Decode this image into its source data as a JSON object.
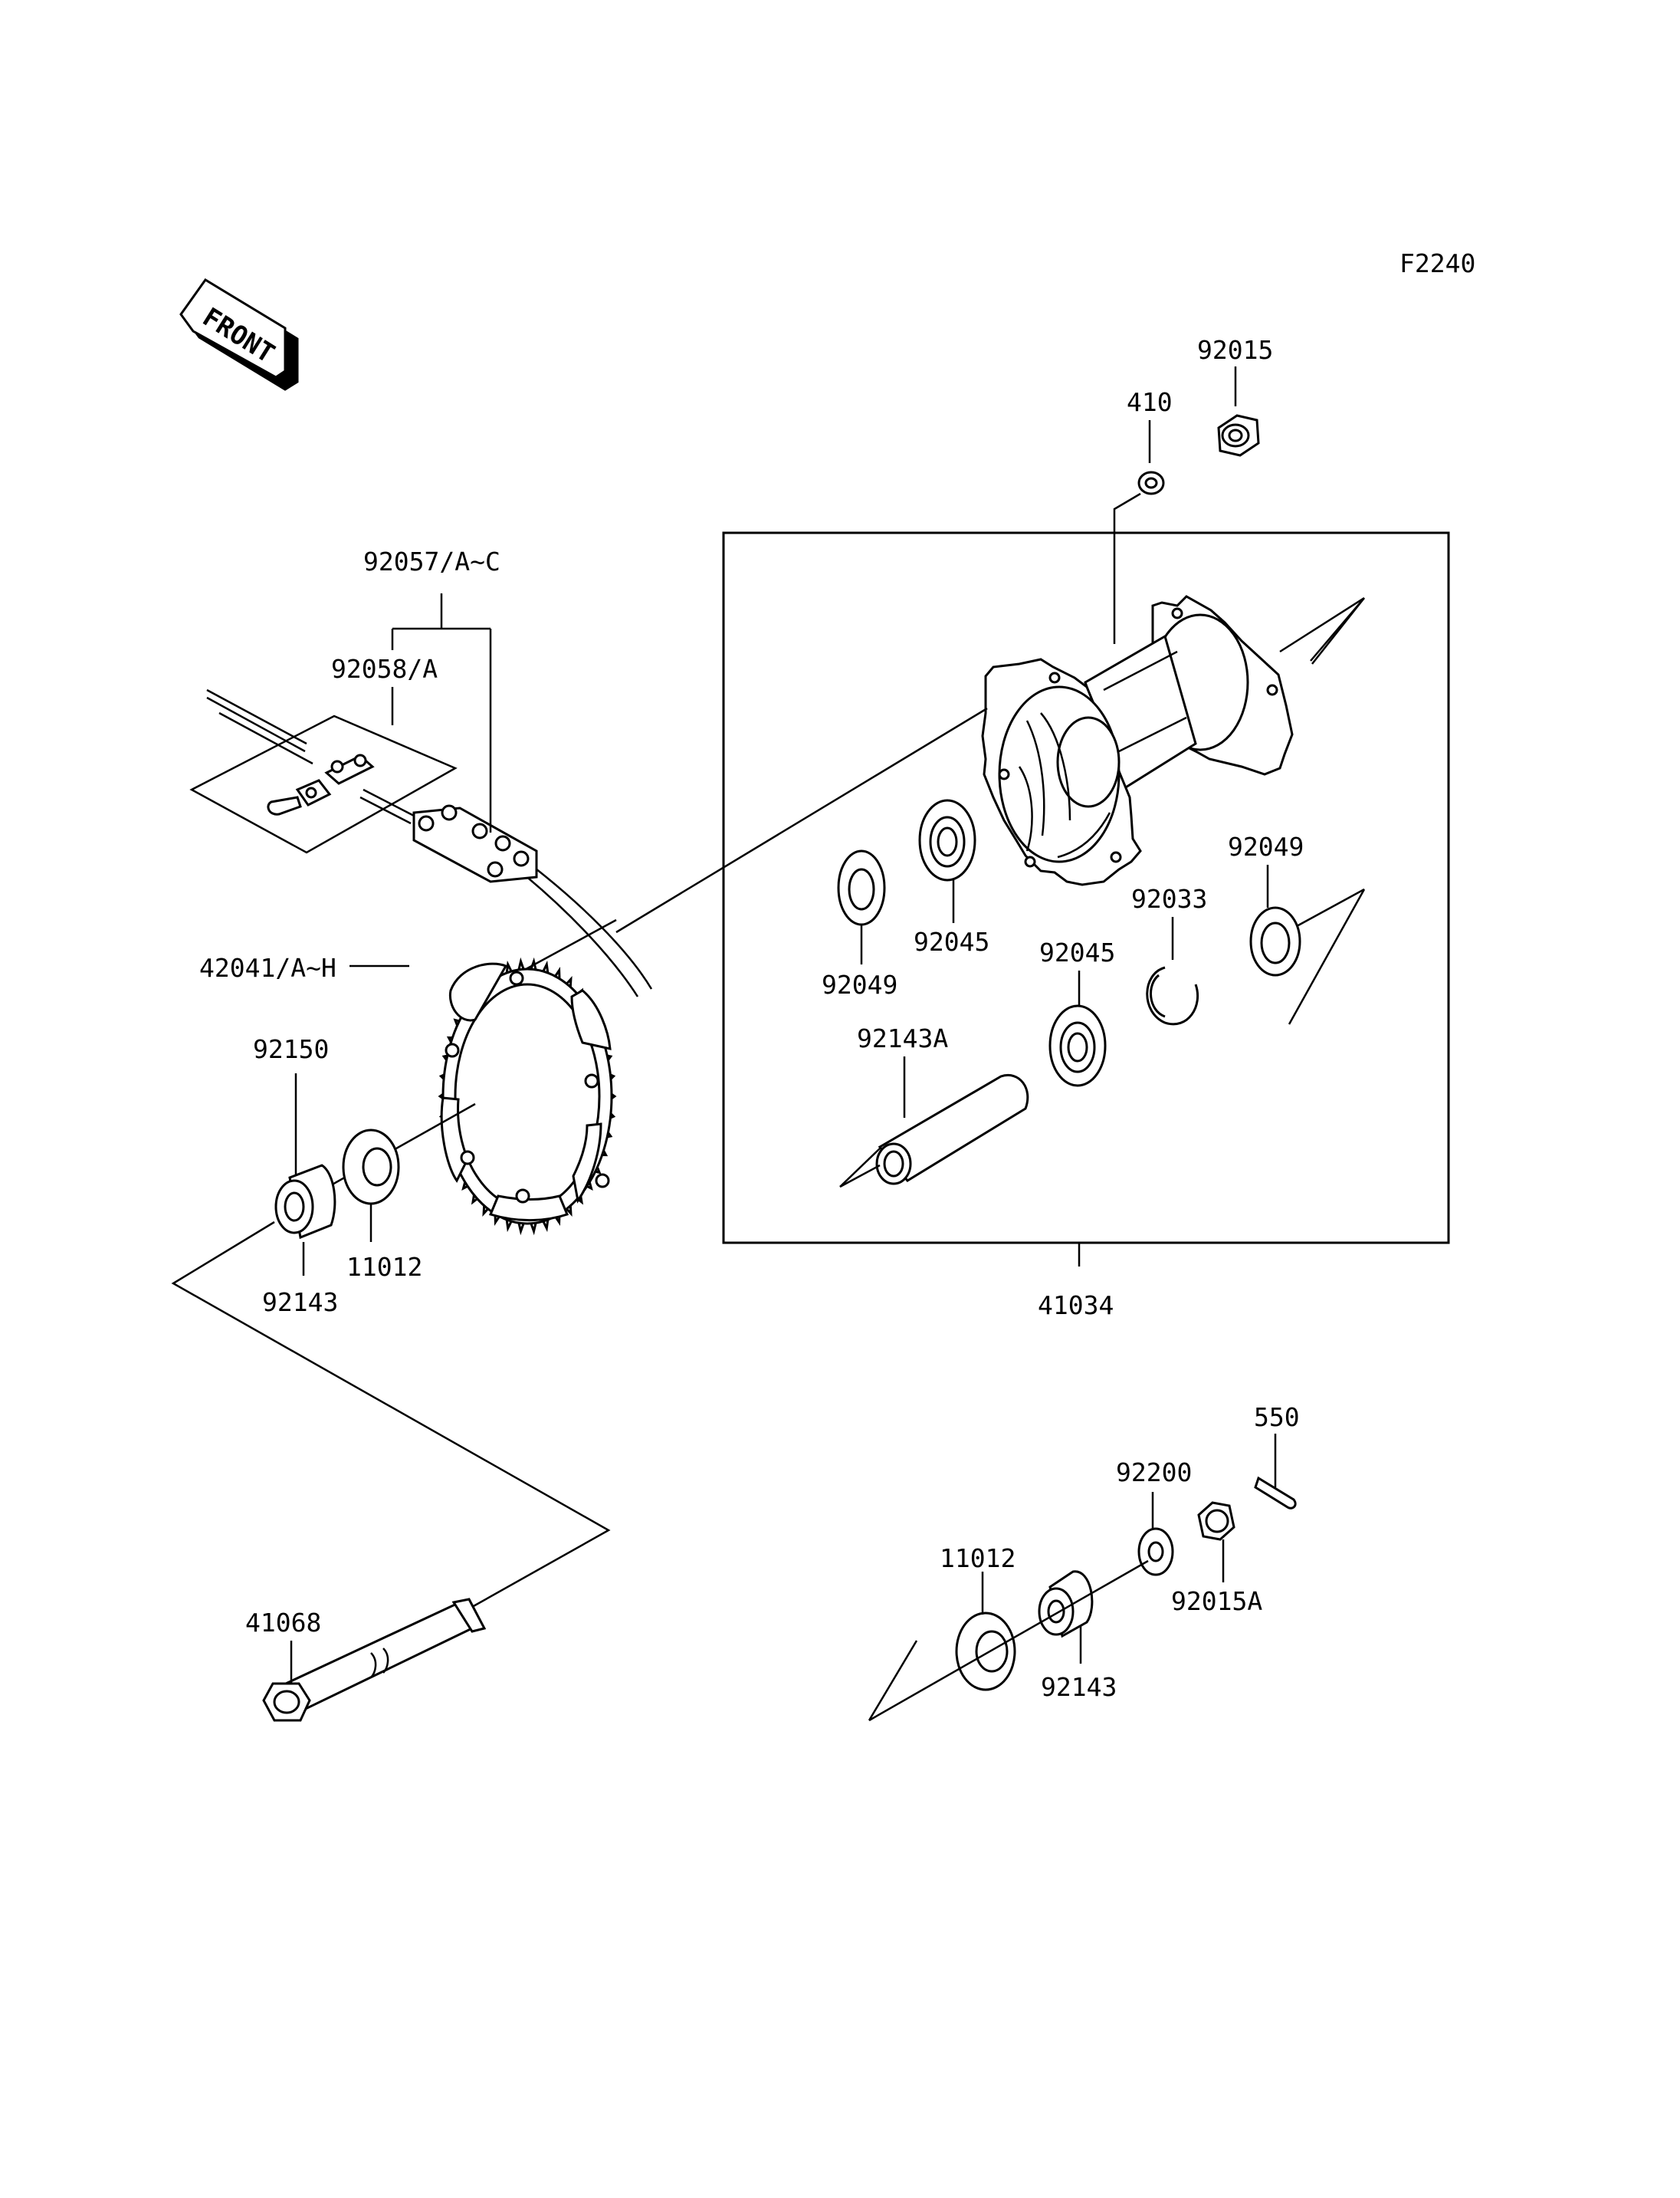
{
  "figure_code": "F2240",
  "front_arrow_text": "FRONT",
  "callouts": {
    "nut_top": "92015",
    "washer_top": "410",
    "chain": "92057/A~C",
    "chain_joint": "92058/A",
    "sprocket": "42041/A~H",
    "sprocket_bolt": "92150",
    "seal_left": "11012",
    "collar_left": "92143",
    "hub_assy": "41034",
    "hub_seal_left": "92049",
    "hub_bearing_left": "92045",
    "hub_bearing_right": "92045",
    "hub_circlip": "92033",
    "hub_seal_right": "92049",
    "hub_spacer": "92143A",
    "axle": "41068",
    "cotter_pin": "550",
    "washer_right": "92200",
    "axle_nut": "92015A",
    "seal_right": "11012",
    "collar_right": "92143"
  }
}
